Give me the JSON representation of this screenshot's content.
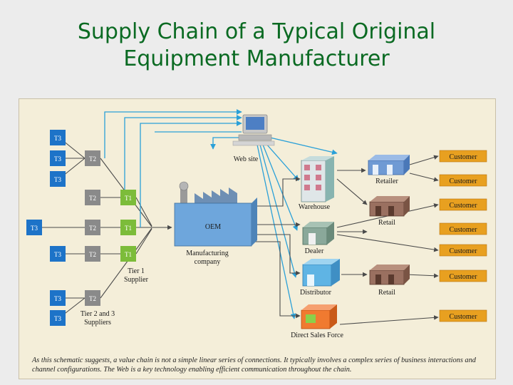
{
  "slide": {
    "title_line1": "Supply Chain of a Typical Original",
    "title_line2": "Equipment Manufacturer"
  },
  "diagram": {
    "tier3": [
      {
        "label": "T3"
      },
      {
        "label": "T3"
      },
      {
        "label": "T3"
      },
      {
        "label": "T3"
      },
      {
        "label": "T3"
      },
      {
        "label": "T3"
      },
      {
        "label": "T3"
      }
    ],
    "tier2": [
      {
        "label": "T2"
      },
      {
        "label": "T2"
      },
      {
        "label": "T2"
      },
      {
        "label": "T2"
      },
      {
        "label": "T2"
      }
    ],
    "tier1": [
      {
        "label": "T1"
      },
      {
        "label": "T1"
      },
      {
        "label": "T1"
      }
    ],
    "labels": {
      "oem": "OEM",
      "manufacturing_1": "Manufacturing",
      "manufacturing_2": "company",
      "tier1_1": "Tier 1",
      "tier1_2": "Supplier",
      "tier23_1": "Tier 2 and 3",
      "tier23_2": "Suppliers",
      "website": "Web site",
      "warehouse": "Warehouse",
      "dealer": "Dealer",
      "distributor": "Distributor",
      "direct_sales": "Direct Sales Force",
      "retailer": "Retailer",
      "retail_1": "Retail",
      "retail_2": "Retail"
    },
    "customers": [
      {
        "label": "Customer"
      },
      {
        "label": "Customer"
      },
      {
        "label": "Customer"
      },
      {
        "label": "Customer"
      },
      {
        "label": "Customer"
      },
      {
        "label": "Customer"
      },
      {
        "label": "Customer"
      }
    ],
    "caption": "As this schematic suggests, a value chain is not a simple linear series of connections. It typically involves a complex series of business interactions and channel configurations. The Web is a key technology enabling efficient communication throughout the chain.",
    "colors": {
      "tier3": "#1d73c8",
      "tier2": "#8a8a8a",
      "tier1": "#7cbc3a",
      "oem": "#6ea6dc",
      "customer": "#e8a020",
      "web_link": "#2aa0d8",
      "flow": "#4a4a4a"
    }
  }
}
